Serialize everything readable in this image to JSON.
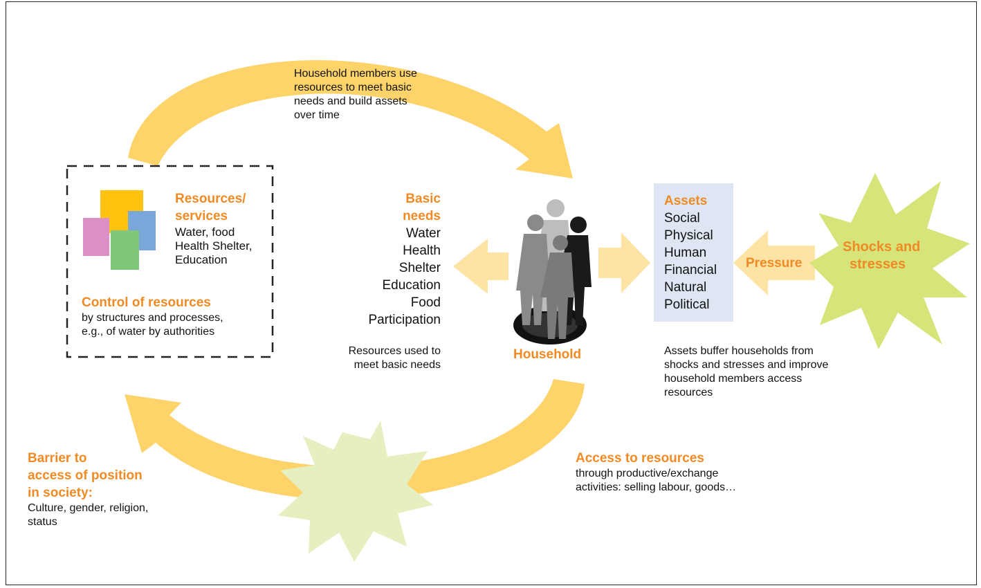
{
  "top_note": [
    "Household members use",
    "resources to meet basic",
    "needs and build assets",
    "over time"
  ],
  "resources_box": {
    "title": [
      "Resources/",
      "services"
    ],
    "items": [
      "Water, food",
      "Health Shelter,",
      "Education"
    ],
    "control_title": "Control of resources",
    "control_text": [
      "by structures and processes,",
      "e.g., of water by authorities"
    ]
  },
  "basic_needs": {
    "title": [
      "Basic",
      "needs"
    ],
    "items": [
      "Water",
      "Health",
      "Shelter",
      "Education",
      "Food",
      "Participation"
    ],
    "note": [
      "Resources used to",
      "meet basic needs"
    ]
  },
  "household": {
    "label": "Household"
  },
  "assets": {
    "title": "Assets",
    "items": [
      "Social",
      "Physical",
      "Human",
      "Financial",
      "Natural",
      "Political"
    ],
    "note": [
      "Assets buffer households from",
      "shocks and stresses and improve",
      "household members access",
      "resources"
    ]
  },
  "pressure": {
    "label": "Pressure"
  },
  "shocks": {
    "label": [
      "Shocks and",
      "stresses"
    ]
  },
  "access": {
    "title": "Access to resources",
    "text": [
      "through productive/exchange",
      "activities: selling labour, goods…"
    ]
  },
  "barrier": {
    "title": [
      "Barrier to",
      "access of position",
      "in society:"
    ],
    "text": [
      "Culture, gender, religion,",
      "status"
    ]
  },
  "colors": {
    "accent_orange": "#f08a24",
    "arc_yellow": "#fdd36a",
    "arrow_light": "#fde3a4",
    "assets_bg": "#dde6f2",
    "shock_green": "#d6e47a",
    "burst_light": "#e6efbf",
    "square_yellow": "#ffc20e",
    "square_blue": "#7aa6da",
    "square_pink": "#dc8fc4",
    "square_green": "#7fc77a"
  },
  "icons": [
    "people-group-icon",
    "starburst-shape",
    "curved-arrow",
    "block-arrow"
  ]
}
